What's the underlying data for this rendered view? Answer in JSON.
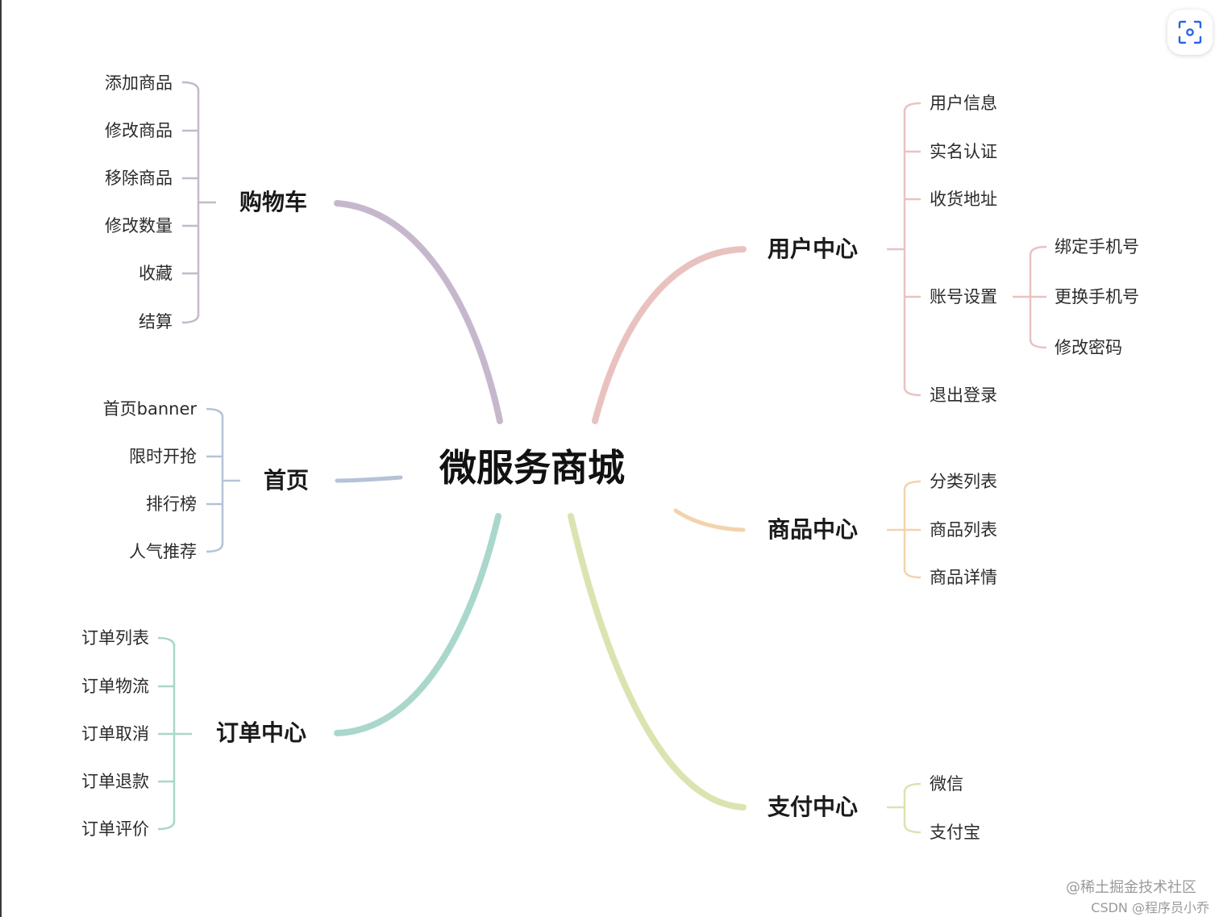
{
  "root": {
    "label": "微服务商城"
  },
  "branches": {
    "cart": {
      "label": "购物车",
      "color": "#c6b8cc",
      "items": [
        "添加商品",
        "修改商品",
        "移除商品",
        "修改数量",
        "收藏",
        "结算"
      ]
    },
    "home": {
      "label": "首页",
      "color": "#b4c3d6",
      "items": [
        "首页banner",
        "限时开抢",
        "排行榜",
        "人气推荐"
      ]
    },
    "order": {
      "label": "订单中心",
      "color": "#a9d7cb",
      "items": [
        "订单列表",
        "订单物流",
        "订单取消",
        "订单退款",
        "订单评价"
      ]
    },
    "user": {
      "label": "用户中心",
      "color": "#e9c2c0",
      "items": [
        "用户信息",
        "实名认证",
        "收货地址",
        "账号设置",
        "退出登录"
      ],
      "account_settings_children": [
        "绑定手机号",
        "更换手机号",
        "修改密码"
      ]
    },
    "product": {
      "label": "商品中心",
      "color": "#f3d3ac",
      "items": [
        "分类列表",
        "商品列表",
        "商品详情"
      ]
    },
    "payment": {
      "label": "支付中心",
      "color": "#dce3b0",
      "items": [
        "微信",
        "支付宝"
      ]
    }
  },
  "scan_button": {
    "icon": "scan-icon"
  },
  "watermarks": [
    "@稀土掘金技术社区",
    "CSDN @程序员小乔"
  ]
}
